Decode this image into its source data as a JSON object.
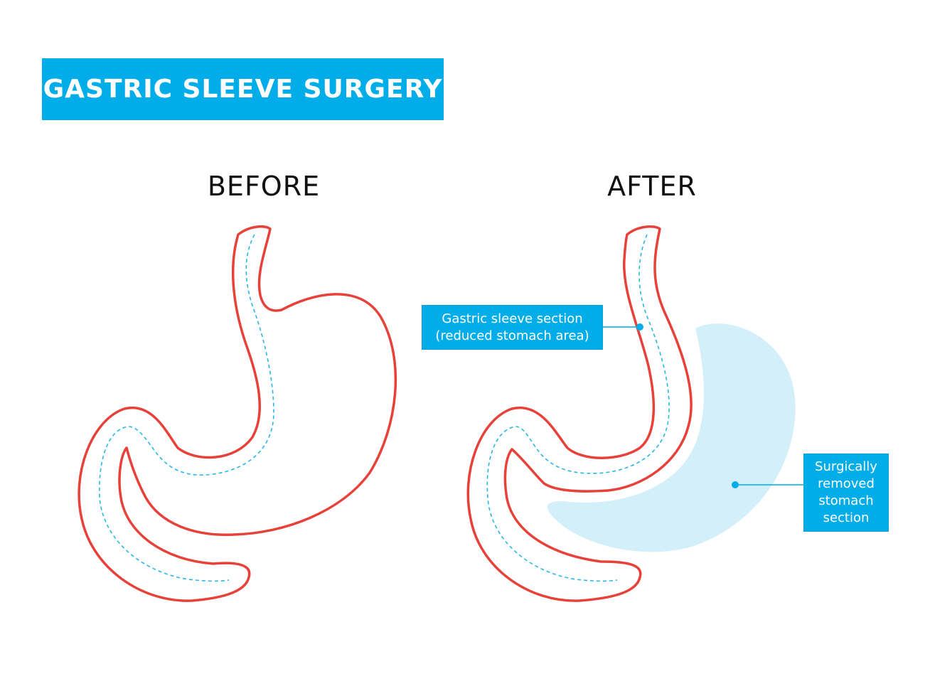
{
  "title": "GASTRIC SLEEVE SURGERY",
  "panels": {
    "before": {
      "heading": "BEFORE"
    },
    "after": {
      "heading": "AFTER"
    }
  },
  "callouts": {
    "sleeve": {
      "lines": [
        "Gastric sleeve section",
        "(reduced stomach area)"
      ]
    },
    "removed": {
      "lines": [
        "Surgically",
        "removed",
        "stomach",
        "section"
      ]
    }
  },
  "colors": {
    "accent": "#00ADE8",
    "stomach_outline": "#E8413A",
    "removed_fill": "#D3EFFA",
    "dashed_line": "#29B6E8"
  }
}
